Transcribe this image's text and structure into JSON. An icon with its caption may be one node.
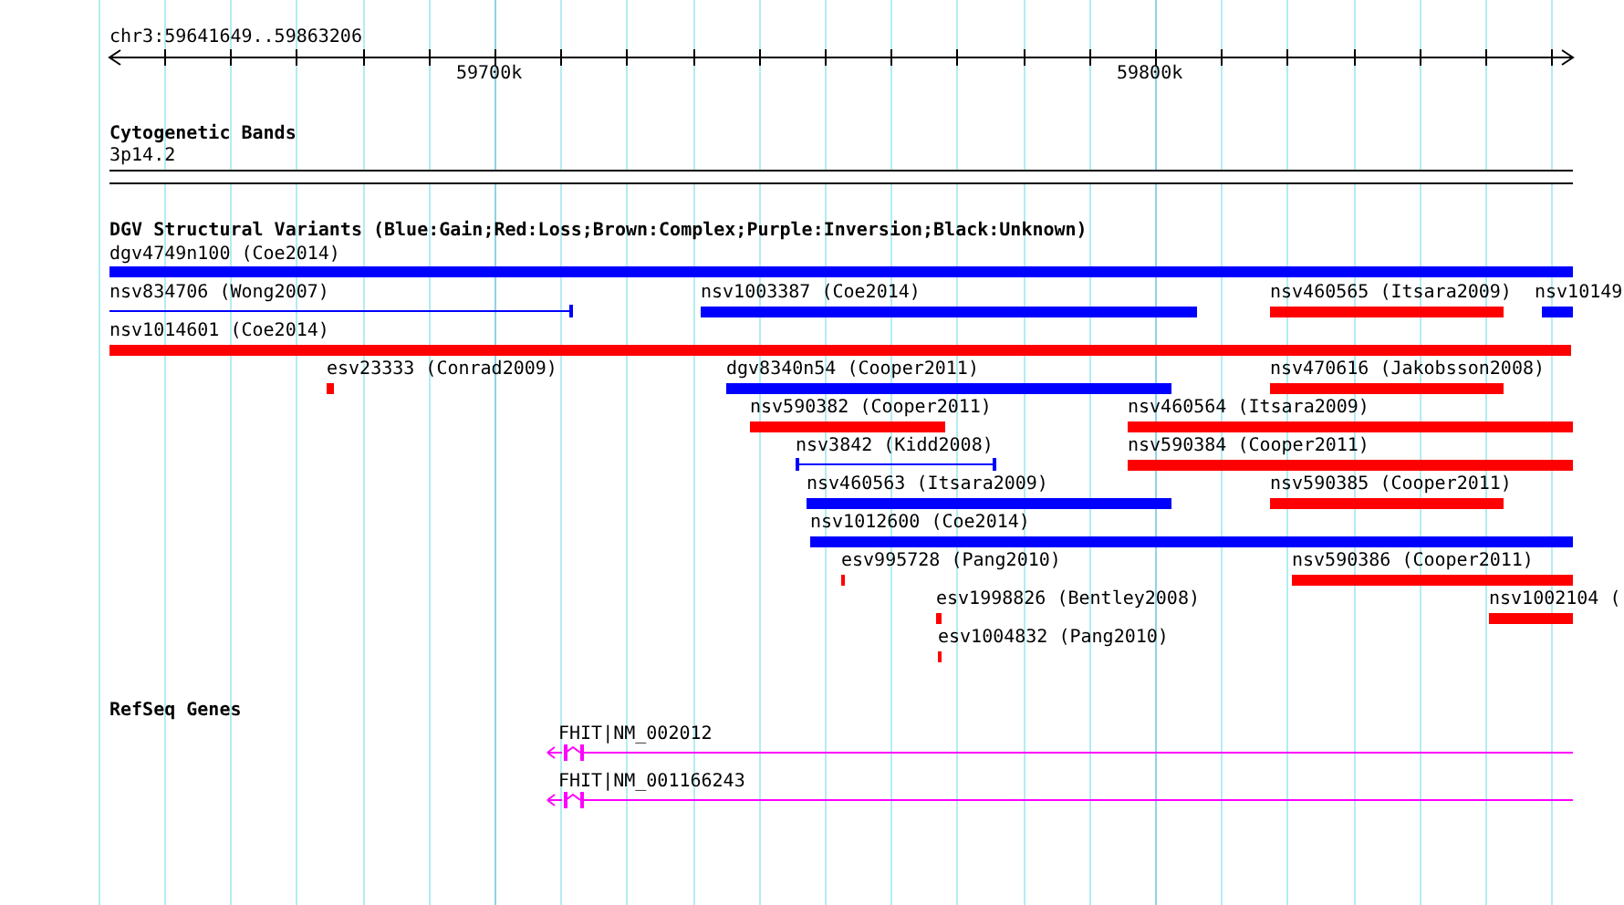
{
  "diagram": {
    "nodes": [
      {
        "text": [
          "3p14.2"
        ]
      },
      {
        "text": [
          "dgv4749n100 (Coe2014)"
        ]
      },
      {
        "text": [
          "nsv834706 (Wong2007)"
        ]
      },
      {
        "text": [
          "nsv1003387 (Coe2014)"
        ]
      },
      {
        "text": [
          "nsv460565 (Itsara2009)"
        ]
      },
      {
        "text": [
          "nsv10149"
        ]
      },
      {
        "text": [
          "nsv1014601 (Coe2014)"
        ]
      },
      {
        "text": [
          "esv23333 (Conrad2009)"
        ]
      },
      {
        "text": [
          "dgv8340n54 (Cooper2011)"
        ]
      },
      {
        "text": [
          "nsv470616 (Jakobsson2008)"
        ]
      },
      {
        "text": [
          "nsv590382 (Cooper2011)"
        ]
      },
      {
        "text": [
          "nsv460564 (Itsara2009)"
        ]
      },
      {
        "text": [
          "nsv3842 (Kidd2008)"
        ]
      },
      {
        "text": [
          "nsv590384 (Cooper2011)"
        ]
      },
      {
        "text": [
          "nsv460563 (Itsara2009)"
        ]
      },
      {
        "text": [
          "nsv590385 (Cooper2011)"
        ]
      },
      {
        "text": [
          "nsv1012600 (Coe2014)"
        ]
      },
      {
        "text": [
          "esv995728 (Pang2010)"
        ]
      },
      {
        "text": [
          "nsv590386 (Cooper2011)"
        ]
      },
      {
        "text": [
          "esv1998826 (Bentley2008)"
        ]
      },
      {
        "text": [
          "nsv1002104 ("
        ]
      },
      {
        "text": [
          "esv1004832 (Pang2010)"
        ]
      },
      {
        "text": [
          "FHIT|NM_002012"
        ]
      },
      {
        "text": [
          "FHIT|NM_001166243"
        ]
      }
    ],
    "labels": [
      "chr3:59641649..59863206",
      "59700k",
      "59800k",
      "Cytogenetic Bands",
      "DGV Structural Variants (Blue:Gain;Red:Loss;Brown:Complex;Purple:Inversion;Black:Unknown)",
      "RefSeq Genes"
    ]
  }
}
